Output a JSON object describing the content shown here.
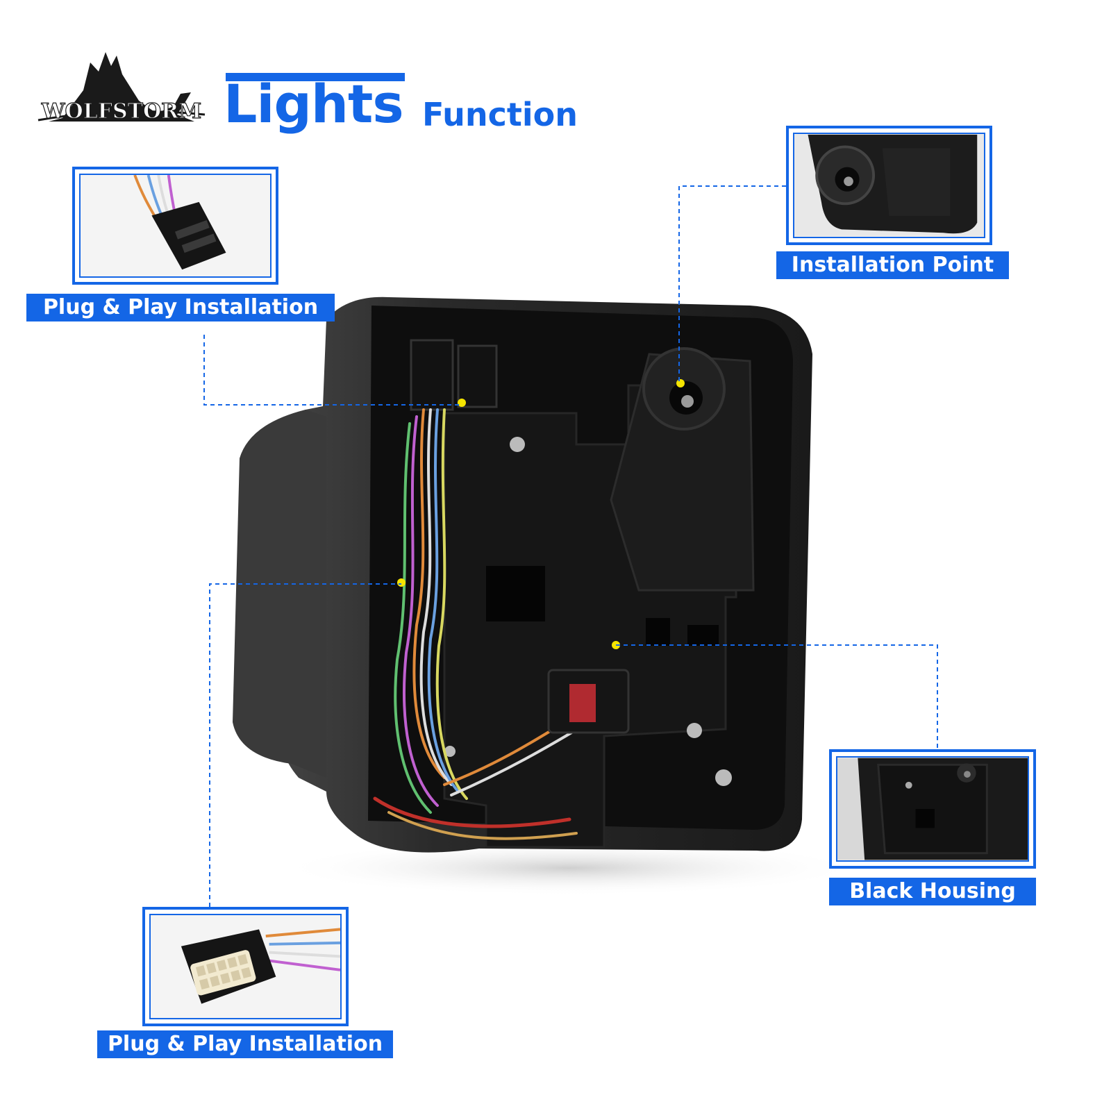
{
  "brand": {
    "name": "WOLFSTORM"
  },
  "header": {
    "title": "Lights",
    "subtitle": "Function"
  },
  "callouts": [
    {
      "id": "plug-top",
      "label": "Plug & Play Installation"
    },
    {
      "id": "install-point",
      "label": "Installation Point"
    },
    {
      "id": "housing",
      "label": "Black Housing"
    },
    {
      "id": "plug-bottom",
      "label": "Plug & Play Installation"
    }
  ],
  "colors": {
    "accent": "#1466e6",
    "marker": "#f5e400",
    "housing": "#1e1e1e"
  }
}
